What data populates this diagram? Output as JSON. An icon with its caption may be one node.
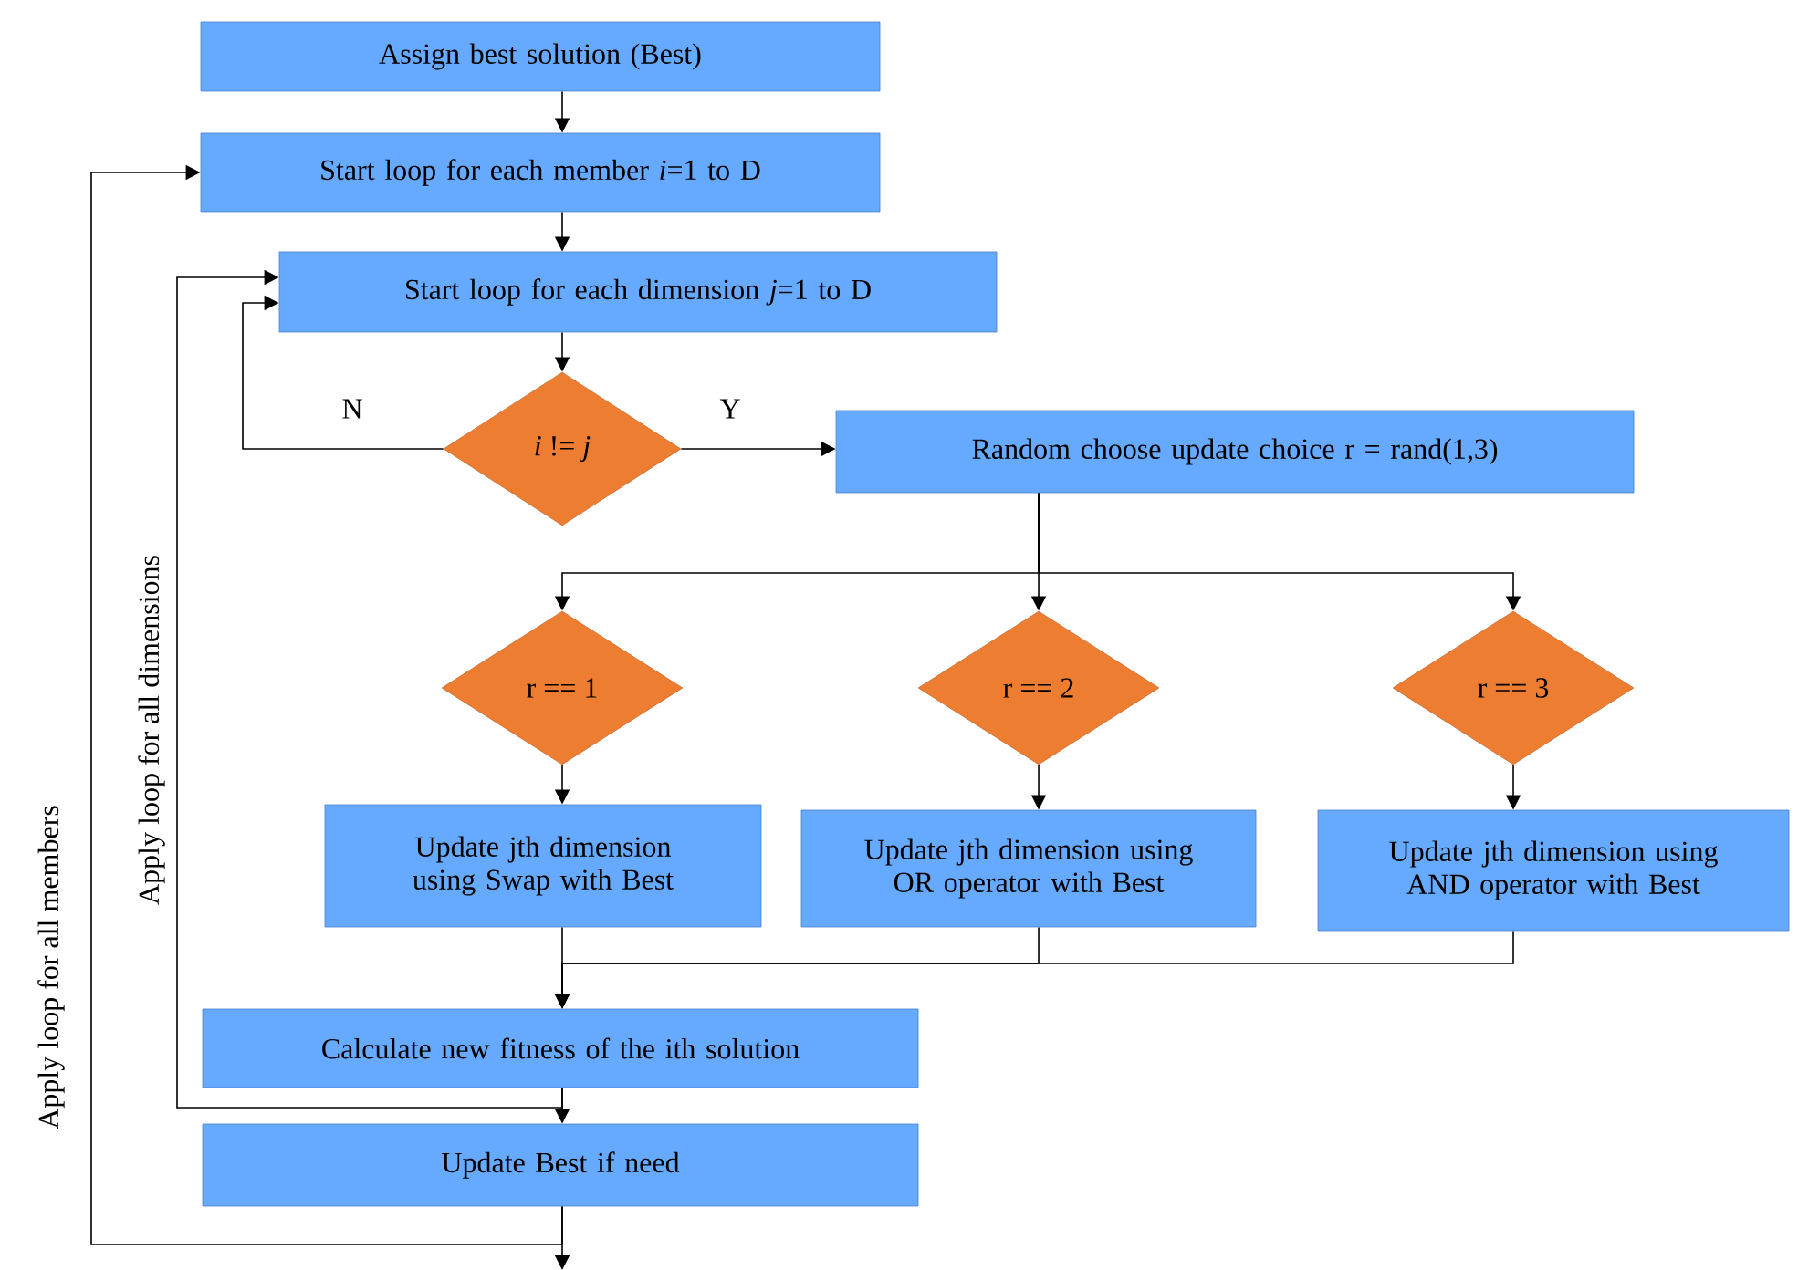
{
  "diagram": {
    "nodes": [
      {
        "text": [
          "Assign best solution (Best)"
        ]
      },
      {
        "text": [
          "Start loop for each member *i*=1 to D"
        ]
      },
      {
        "text": [
          "Start loop for each dimension *j*=1 to D"
        ]
      },
      {
        "text": [
          "*i* != *j*"
        ]
      },
      {
        "text": [
          "Random choose update choice r = rand(1,3)"
        ]
      },
      {
        "text": [
          "r == 1"
        ]
      },
      {
        "text": [
          "r == 2"
        ]
      },
      {
        "text": [
          "r == 3"
        ]
      },
      {
        "text": [
          "Update jth dimension using Swap with Best"
        ]
      },
      {
        "text": [
          "Update jth dimension using OR operator with Best"
        ]
      },
      {
        "text": [
          "Update jth dimension using AND operator with Best"
        ]
      },
      {
        "text": [
          "Calculate new fitness of the ith solution"
        ]
      },
      {
        "text": [
          "Update Best if need"
        ]
      }
    ],
    "edges": [
      {
        "from": 0,
        "to": 1,
        "arrow": "to"
      },
      {
        "from": 1,
        "to": 2,
        "arrow": "to"
      },
      {
        "from": 2,
        "to": 3,
        "arrow": "to"
      },
      {
        "from": 3,
        "to": 2,
        "arrow": "to",
        "label": "N"
      },
      {
        "from": 3,
        "to": 4,
        "arrow": "to",
        "label": "Y"
      },
      {
        "from": 4,
        "to": 5,
        "arrow": "to"
      },
      {
        "from": 4,
        "to": 6,
        "arrow": "to"
      },
      {
        "from": 4,
        "to": 7,
        "arrow": "to"
      },
      {
        "from": 5,
        "to": 8,
        "arrow": "to"
      },
      {
        "from": 6,
        "to": 9,
        "arrow": "to"
      },
      {
        "from": 7,
        "to": 10,
        "arrow": "to"
      },
      {
        "from": 8,
        "to": 11,
        "arrow": "to"
      },
      {
        "from": 9,
        "to": 11,
        "arrow": "to"
      },
      {
        "from": 10,
        "to": 11,
        "arrow": "to"
      },
      {
        "from": 11,
        "to": 12,
        "arrow": "to"
      },
      {
        "from": 11,
        "to": 2,
        "arrow": "to"
      },
      {
        "from": 12,
        "to": 1,
        "arrow": "to"
      },
      {
        "from": 12,
        "to": null,
        "arrow": "to"
      }
    ],
    "labels": [
      "Apply loop for all members",
      "Apply loop for all dimensions"
    ]
  }
}
